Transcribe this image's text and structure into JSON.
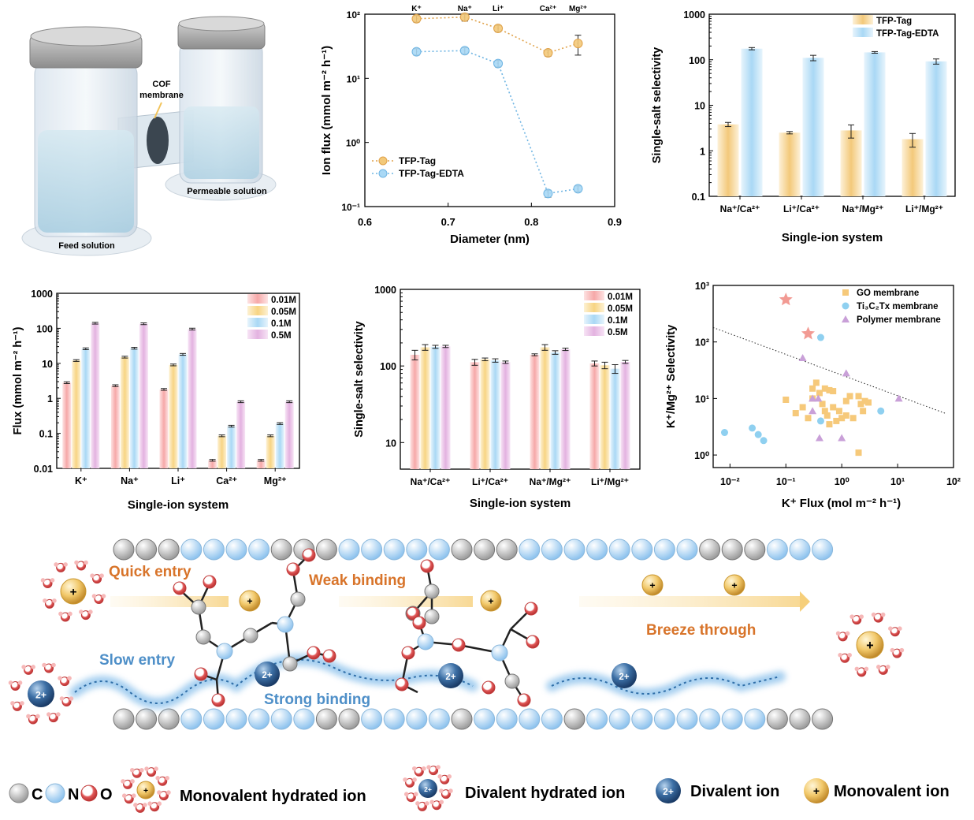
{
  "colors": {
    "tfp_tag": "#f3c97a",
    "tfp_tag_edta": "#a9d8f5",
    "c_001": "#f6a8a8",
    "c_005": "#f7d483",
    "c_01": "#a9d8f5",
    "c_05": "#e3b2e0",
    "go": "#f6c97a",
    "ti": "#8fd0f0",
    "poly": "#c9a0d8",
    "star": "#f29a93",
    "carbon": "#bdbdbd",
    "nitrogen": "#a9d2f3",
    "oxygen": "#e86a6a",
    "accent_orange": "#d8742a",
    "accent_blue": "#4e8fc8"
  },
  "schematic_a": {
    "cof_membrane": [
      "COF",
      "membrane"
    ],
    "permeable_solution": "Permeable solution",
    "feed_solution": "Feed solution"
  },
  "mechanism": {
    "quick_entry": "Quick entry",
    "weak_binding": "Weak binding",
    "breeze_through": "Breeze through",
    "slow_entry": "Slow entry",
    "strong_binding": "Strong binding",
    "mono_symbol": "+",
    "di_symbol": "2+"
  },
  "legend_bottom": {
    "c": "C",
    "n": "N",
    "o": "O",
    "mono_hydrated": "Monovalent  hydrated ion",
    "di_hydrated": "Divalent hydrated ion",
    "di_ion": "Divalent ion",
    "mono_ion": "Monovalent ion"
  },
  "chart_data": [
    {
      "type": "line",
      "ylabel": "Ion flux (mmol m⁻² h⁻¹)",
      "xlabel": "Diameter (nm)",
      "xlim": [
        0.6,
        0.9
      ],
      "ylim": [
        0.1,
        100
      ],
      "yscale": "log",
      "x_ticks": [
        "0.6",
        "0.7",
        "0.8",
        "0.9"
      ],
      "y_ticks": [
        "10⁻¹",
        "10⁰",
        "10¹",
        "10²"
      ],
      "top_labels": [
        "K⁺",
        "Na⁺",
        "Li⁺",
        "Ca²⁺",
        "Mg²⁺"
      ],
      "x": [
        0.662,
        0.72,
        0.76,
        0.82,
        0.856
      ],
      "series": [
        {
          "name": "TFP-Tag",
          "values": [
            85,
            90,
            60,
            25,
            35
          ],
          "err": [
            10,
            12,
            7,
            3,
            12
          ]
        },
        {
          "name": "TFP-Tag-EDTA",
          "values": [
            26,
            27,
            17,
            0.16,
            0.19
          ],
          "err": [
            3,
            3,
            2,
            0.02,
            0.02
          ]
        }
      ],
      "legend": "lower-left"
    },
    {
      "type": "bar",
      "ylabel": "Single-salt selectivity",
      "xlabel": "Single-ion system",
      "yscale": "log",
      "ylim": [
        0.1,
        1000
      ],
      "y_ticks": [
        "0.1",
        "1",
        "10",
        "100",
        "1000"
      ],
      "categories": [
        "Na⁺/Ca²⁺",
        "Li⁺/Ca²⁺",
        "Na⁺/Mg²⁺",
        "Li⁺/Mg²⁺"
      ],
      "series": [
        {
          "name": "TFP-Tag",
          "values": [
            3.8,
            2.5,
            2.8,
            1.8
          ],
          "err": [
            0.4,
            0.15,
            0.9,
            0.6
          ]
        },
        {
          "name": "TFP-Tag-EDTA",
          "values": [
            175,
            110,
            145,
            92
          ],
          "err": [
            10,
            15,
            6,
            12
          ]
        }
      ],
      "legend": "top-right"
    },
    {
      "type": "bar",
      "ylabel": "Flux (mmol m⁻² h⁻¹)",
      "xlabel": "Single-ion system",
      "yscale": "log",
      "ylim": [
        0.01,
        1000
      ],
      "y_ticks": [
        "0.01",
        "0.1",
        "1",
        "10",
        "100",
        "1000"
      ],
      "categories": [
        "K⁺",
        "Na⁺",
        "Li⁺",
        "Ca²⁺",
        "Mg²⁺"
      ],
      "series": [
        {
          "name": "0.01M",
          "values": [
            2.8,
            2.3,
            1.8,
            0.017,
            0.017
          ]
        },
        {
          "name": "0.05M",
          "values": [
            12,
            15,
            9,
            0.085,
            0.085
          ]
        },
        {
          "name": "0.1M",
          "values": [
            26,
            27,
            18,
            0.16,
            0.19
          ]
        },
        {
          "name": "0.5M",
          "values": [
            140,
            135,
            95,
            0.8,
            0.8
          ]
        }
      ],
      "legend": "top-right"
    },
    {
      "type": "bar",
      "ylabel": "Single-salt selectivity",
      "xlabel": "Single-ion system",
      "yscale": "log",
      "ylim": [
        4.5,
        1000
      ],
      "y_ticks": [
        "10",
        "100",
        "1000"
      ],
      "categories": [
        "Na⁺/Ca²⁺",
        "Li⁺/Ca²⁺",
        "Na⁺/Mg²⁺",
        "Li⁺/Mg²⁺"
      ],
      "series": [
        {
          "name": "0.01M",
          "values": [
            140,
            112,
            140,
            108
          ],
          "err": [
            20,
            10,
            4,
            8
          ]
        },
        {
          "name": "0.05M",
          "values": [
            175,
            122,
            175,
            102
          ],
          "err": [
            15,
            5,
            15,
            10
          ]
        },
        {
          "name": "0.1M",
          "values": [
            178,
            118,
            150,
            92
          ],
          "err": [
            8,
            6,
            8,
            12
          ]
        },
        {
          "name": "0.5M",
          "values": [
            180,
            112,
            165,
            113
          ],
          "err": [
            6,
            4,
            6,
            5
          ]
        }
      ],
      "legend": "top-right"
    },
    {
      "type": "scatter",
      "ylabel": "K⁺/Mg²⁺ Selectivity",
      "xlabel": "K⁺ Flux (mol m⁻² h⁻¹)",
      "xscale": "log",
      "yscale": "log",
      "xlim": [
        0.005,
        100
      ],
      "ylim": [
        0.6,
        1000
      ],
      "x_ticks": [
        "10⁻²",
        "10⁻¹",
        "10⁰",
        "10¹",
        "10²"
      ],
      "y_ticks": [
        "10⁰",
        "10¹",
        "10²",
        "10³"
      ],
      "series": [
        {
          "name": "GO membrane",
          "marker": "square",
          "points": [
            [
              0.1,
              9.5
            ],
            [
              0.15,
              5.5
            ],
            [
              0.2,
              7
            ],
            [
              0.25,
              4.5
            ],
            [
              0.3,
              15
            ],
            [
              0.3,
              10
            ],
            [
              0.35,
              19
            ],
            [
              0.4,
              12.5
            ],
            [
              0.45,
              8
            ],
            [
              0.5,
              6
            ],
            [
              0.5,
              15
            ],
            [
              0.6,
              14
            ],
            [
              0.6,
              3.5
            ],
            [
              0.7,
              13.5
            ],
            [
              0.7,
              7
            ],
            [
              0.8,
              4
            ],
            [
              1.0,
              4.5
            ],
            [
              1.2,
              5
            ],
            [
              1.2,
              9
            ],
            [
              1.4,
              11
            ],
            [
              1.6,
              4.5
            ],
            [
              2.0,
              11
            ],
            [
              2.2,
              8
            ],
            [
              2.4,
              6
            ],
            [
              2.6,
              9
            ],
            [
              3.0,
              8.5
            ],
            [
              0.55,
              5
            ],
            [
              0.9,
              6
            ],
            [
              2.0,
              1.1
            ]
          ]
        },
        {
          "name": "Ti₃C₂Tx membrane",
          "marker": "circle",
          "points": [
            [
              0.008,
              2.5
            ],
            [
              0.025,
              3
            ],
            [
              0.032,
              2.3
            ],
            [
              0.04,
              1.8
            ],
            [
              0.42,
              120
            ],
            [
              0.42,
              4
            ],
            [
              5.0,
              6
            ]
          ]
        },
        {
          "name": "Polymer membrane",
          "marker": "triangle",
          "points": [
            [
              0.2,
              52
            ],
            [
              0.3,
              10
            ],
            [
              0.38,
              10
            ],
            [
              0.3,
              6
            ],
            [
              0.4,
              2
            ],
            [
              1.2,
              28
            ],
            [
              1.0,
              2
            ],
            [
              10.5,
              10
            ]
          ]
        },
        {
          "name": "",
          "marker": "star",
          "points": [
            [
              0.1,
              560
            ],
            [
              0.25,
              140
            ]
          ]
        }
      ],
      "trend_line": {
        "style": "dotted",
        "x": [
          0.005,
          70
        ],
        "y": [
          180,
          5.5
        ]
      },
      "legend": "top-right"
    }
  ]
}
